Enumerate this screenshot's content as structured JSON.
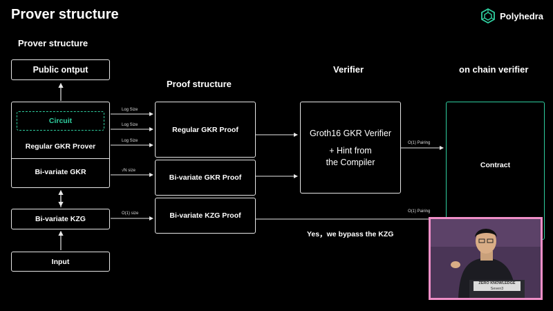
{
  "slide": {
    "title": "Prover structure",
    "logo_text": "Polyhedra"
  },
  "sections": {
    "prover_structure": "Prover structure",
    "proof_structure": "Proof structure",
    "verifier": "Verifier",
    "on_chain_verifier": "on chain verifier"
  },
  "boxes": {
    "public_output": "Public ontput",
    "circuit": "Circuit",
    "regular_gkr_prover": "Regular GKR Prover",
    "bivariate_gkr": "Bi-variate GKR",
    "bivariate_kzg": "Bi-variate KZG",
    "input": "Input",
    "regular_gkr_proof": "Regular GKR Proof",
    "bivariate_gkr_proof": "Bi-variate GKR Proof",
    "bivariate_kzg_proof": "Bi-variate KZG Proof",
    "verifier_line1": "Groth16 GKR Verifier",
    "verifier_line2": "+ Hint from",
    "verifier_line3": "the Compiler",
    "contract": "Contract"
  },
  "edge_labels": {
    "log_size_1": "Log Size",
    "log_size_2": "Log Size",
    "log_size_3": "Log Size",
    "sqrt_n_size": "√N size",
    "o1_size": "O(1) size",
    "o1_pairing_1": "O(1) Pairing",
    "o1_pairing_2": "O(1) Pairing"
  },
  "note": "Yes，we bypass the KZG",
  "webcam": {
    "podium_line1": "ZERO KNOWLEDGE",
    "podium_line2": "Seven3"
  },
  "colors": {
    "accent": "#2fd0a0",
    "webcam_border": "#f08fc8"
  }
}
